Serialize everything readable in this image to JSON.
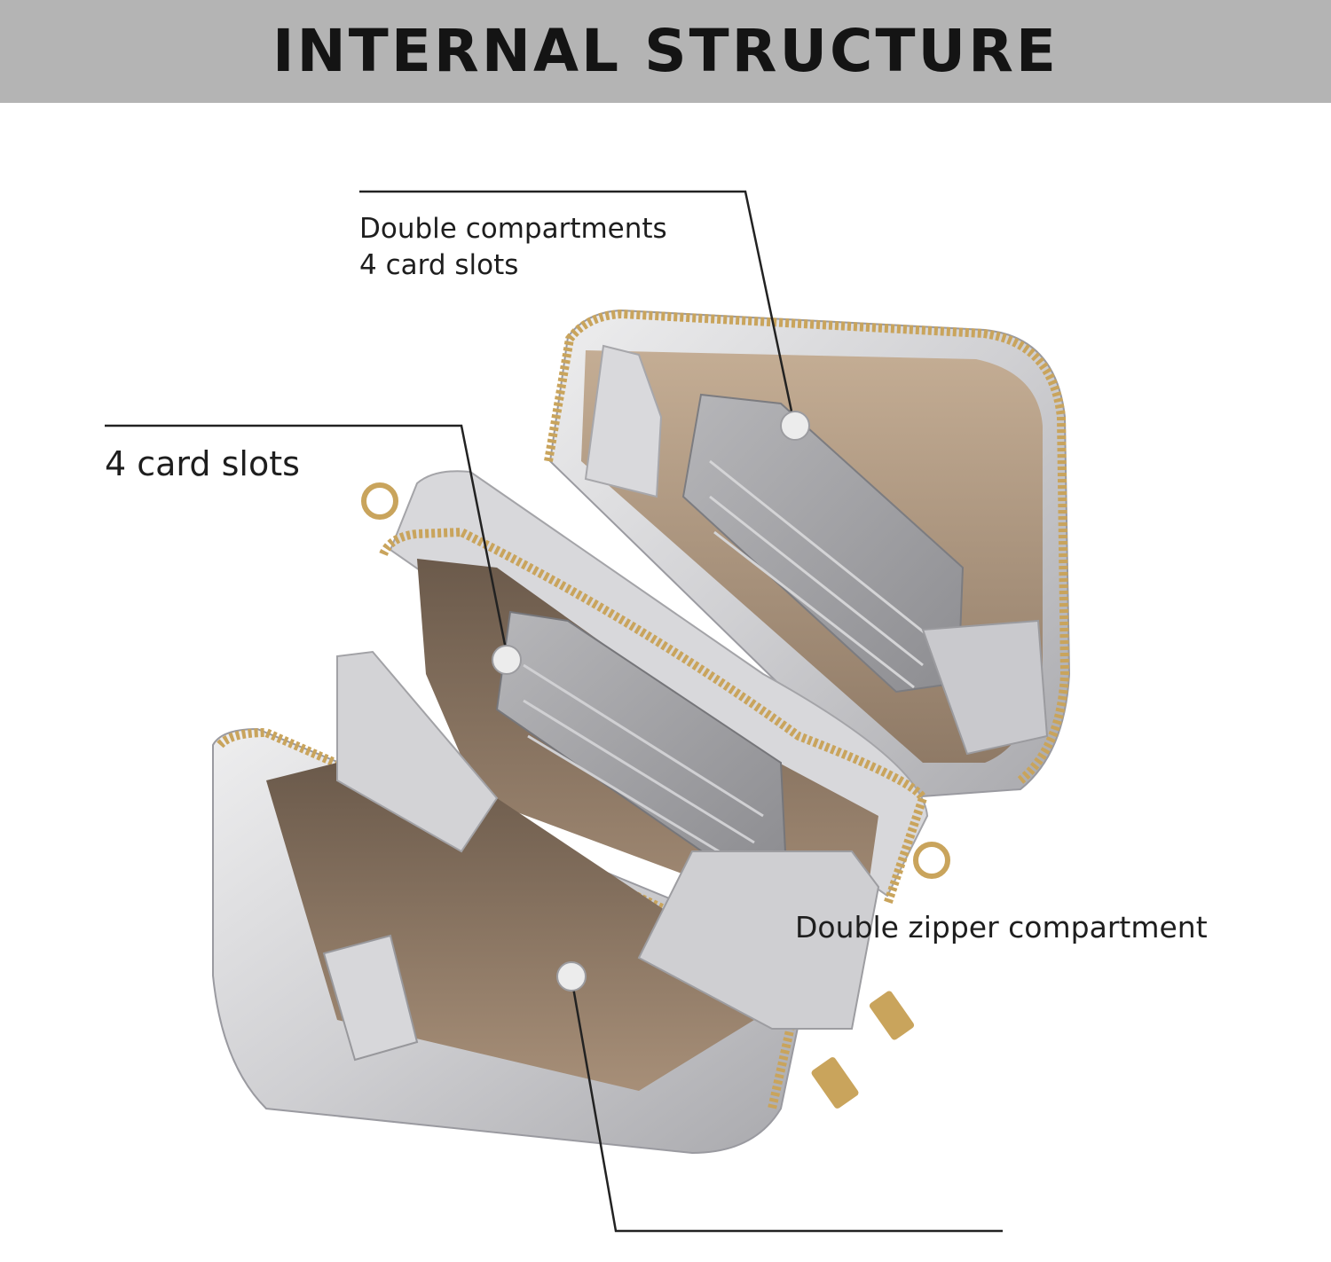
{
  "header": {
    "title": "INTERNAL STRUCTURE"
  },
  "callouts": [
    {
      "lines": [
        "Double compartments",
        "4 card slots"
      ]
    },
    {
      "lines": [
        "4 card slots"
      ]
    },
    {
      "lines": [
        "Double zipper compartment"
      ]
    }
  ],
  "colors": {
    "header_bg": "#b4b4b4",
    "title_text": "#141414",
    "silver": "#d6d6d8",
    "lining": "#b09a82",
    "zipper_gold": "#c9a45c",
    "marker": "#e9e9e9"
  }
}
